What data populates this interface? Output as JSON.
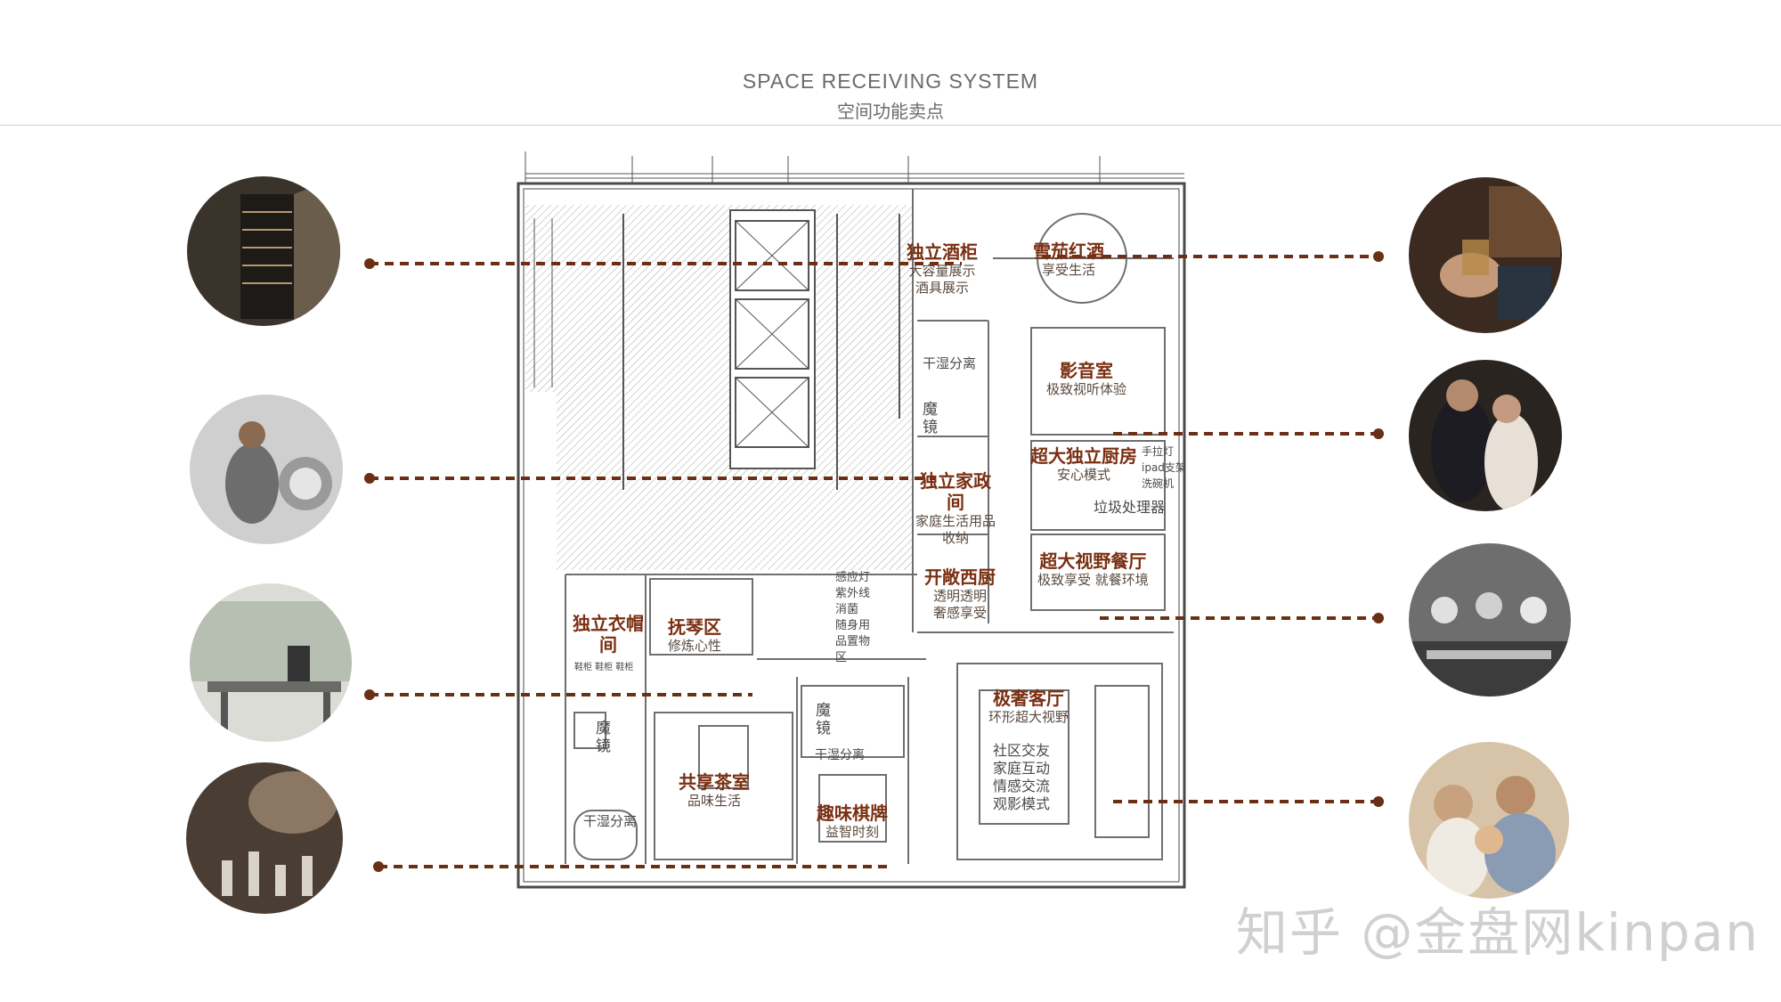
{
  "header": {
    "title_en": "SPACE RECEIVING SYSTEM",
    "title_cn": "空间功能卖点"
  },
  "colors": {
    "accent": "#7a2f12",
    "connector": "#6b2f14",
    "plan_line": "#6f6f6f",
    "hatch": "#9a9a9a"
  },
  "photos": [
    {
      "icon": "wine-cellar-photo"
    },
    {
      "icon": "laundry-photo"
    },
    {
      "icon": "workspace-photo"
    },
    {
      "icon": "chess-photo"
    },
    {
      "icon": "cigar-wine-photo"
    },
    {
      "icon": "couple-lounge-photo"
    },
    {
      "icon": "kitchen-dining-photo"
    },
    {
      "icon": "family-photo"
    }
  ],
  "rooms": [
    {
      "title": "独立酒柜",
      "sub": [
        "大容量展示",
        "酒具展示"
      ]
    },
    {
      "title": "雪茄红酒",
      "sub": [
        "享受生活"
      ]
    },
    {
      "title": "影音室",
      "sub": [
        "极致视听体验"
      ]
    },
    {
      "title": "独立家政间",
      "sub": [
        "家庭生活用品",
        "收纳"
      ]
    },
    {
      "title": "超大独立厨房",
      "sub": [
        "安心模式"
      ]
    },
    {
      "title": "开敞西厨",
      "sub": [
        "透明透明",
        "奢感享受"
      ]
    },
    {
      "title": "超大视野餐厅",
      "sub": [
        "极致享受 就餐环境"
      ]
    },
    {
      "title": "独立衣帽间",
      "sub": []
    },
    {
      "title": "抚琴区",
      "sub": [
        "修炼心性"
      ]
    },
    {
      "title": "极奢客厅",
      "sub": [
        "环形超大视野"
      ]
    },
    {
      "title": "共享茶室",
      "sub": [
        "品味生活"
      ]
    },
    {
      "title": "趣味棋牌",
      "sub": [
        "益智时刻"
      ]
    }
  ],
  "notes": {
    "dry_wet_1": "干湿分离",
    "magic_mirror_1": "魔\n镜",
    "kitchen_features": "手拉灯\nipad支架\n洗碗机",
    "garbage": "垃圾处理器",
    "sterilize": "感应灯\n紫外线\n消菌\n随身用\n品置物\n区",
    "closet_line": "鞋柜 鞋柜 鞋柜",
    "magic_mirror_2": "魔\n镜",
    "magic_mirror_3": "魔\n镜",
    "dry_wet_2": "干湿分离",
    "dry_wet_3": "干湿分离",
    "living_features": "社区交友\n家庭互动\n情感交流\n观影模式"
  },
  "watermark": "知乎 @金盘网kinpan"
}
